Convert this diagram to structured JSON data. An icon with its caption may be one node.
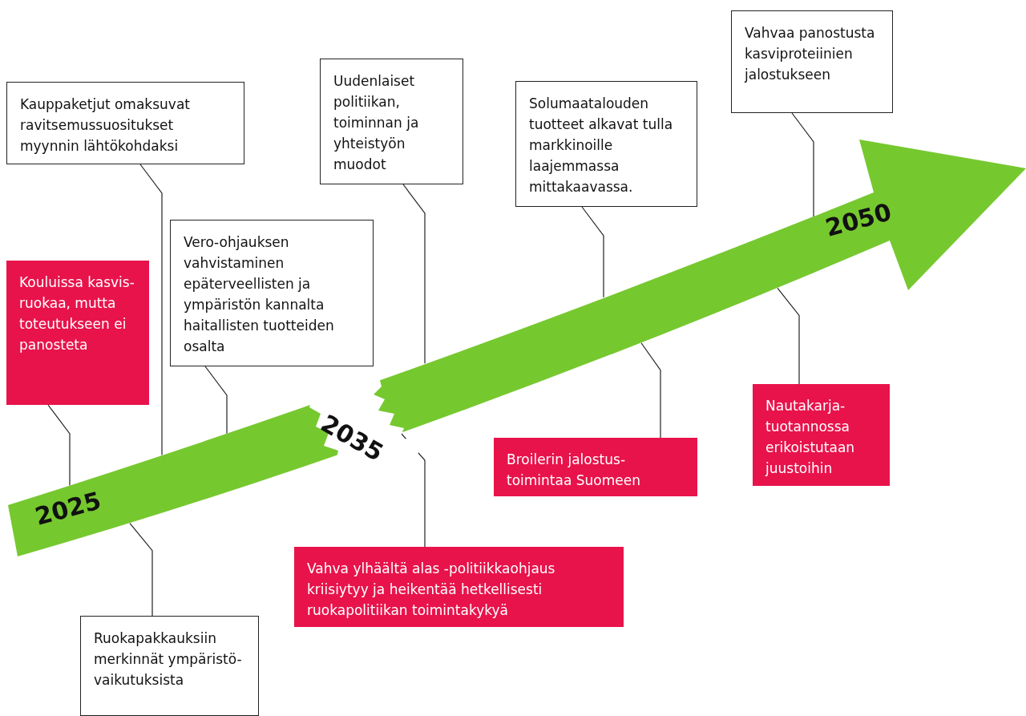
{
  "diagram": {
    "nodes": [
      {
        "text": [
          "Kauppaketjut omaksuvat ravitsemussuositukset myynnin lähtökohdaksi"
        ]
      },
      {
        "text": [
          "Uudenlaiset politiikan, toiminnan ja yhteistyön muodot"
        ]
      },
      {
        "text": [
          "Solumaatalouden tuotteet alkavat tulla markkinoille laajemmassa mittakaavassa."
        ]
      },
      {
        "text": [
          "Vahvaa panostusta kasviproteiinien jalostukseen"
        ]
      },
      {
        "text": [
          "Kouluissa kasvis- ruokaa, mutta toteutukseen ei panosteta"
        ]
      },
      {
        "text": [
          "Vero-ohjauksen vahvistaminen epäterveellisten ja ympäristön kannalta haitallisten tuotteiden osalta"
        ]
      },
      {
        "text": [
          "Broilerin jalostus- toimintaa Suomeen"
        ]
      },
      {
        "text": [
          "Nautakarja- tuotannossa erikoistutaan juustoihin"
        ]
      },
      {
        "text": [
          "Vahva ylhäältä alas -politiikkaohjaus kriisiytyy ja heikentää hetkellisesti ruokapolitiikan toimintakykyä"
        ]
      },
      {
        "text": [
          "Ruokapakkauksiin merkinnät ympäristö- vaikutuksista"
        ]
      },
      {
        "text": [
          "2025",
          "2035",
          "2050"
        ]
      }
    ],
    "edges": [
      {
        "from": 0,
        "to": 10,
        "arrow": "none"
      },
      {
        "from": 1,
        "to": 10,
        "arrow": "none"
      },
      {
        "from": 2,
        "to": 10,
        "arrow": "none"
      },
      {
        "from": 3,
        "to": 10,
        "arrow": "none"
      },
      {
        "from": 4,
        "to": 10,
        "arrow": "none"
      },
      {
        "from": 5,
        "to": 10,
        "arrow": "none"
      },
      {
        "from": 6,
        "to": 10,
        "arrow": "none"
      },
      {
        "from": 7,
        "to": 10,
        "arrow": "none"
      },
      {
        "from": 8,
        "to": 10,
        "arrow": "none"
      },
      {
        "from": 9,
        "to": 10,
        "arrow": "none"
      }
    ]
  }
}
